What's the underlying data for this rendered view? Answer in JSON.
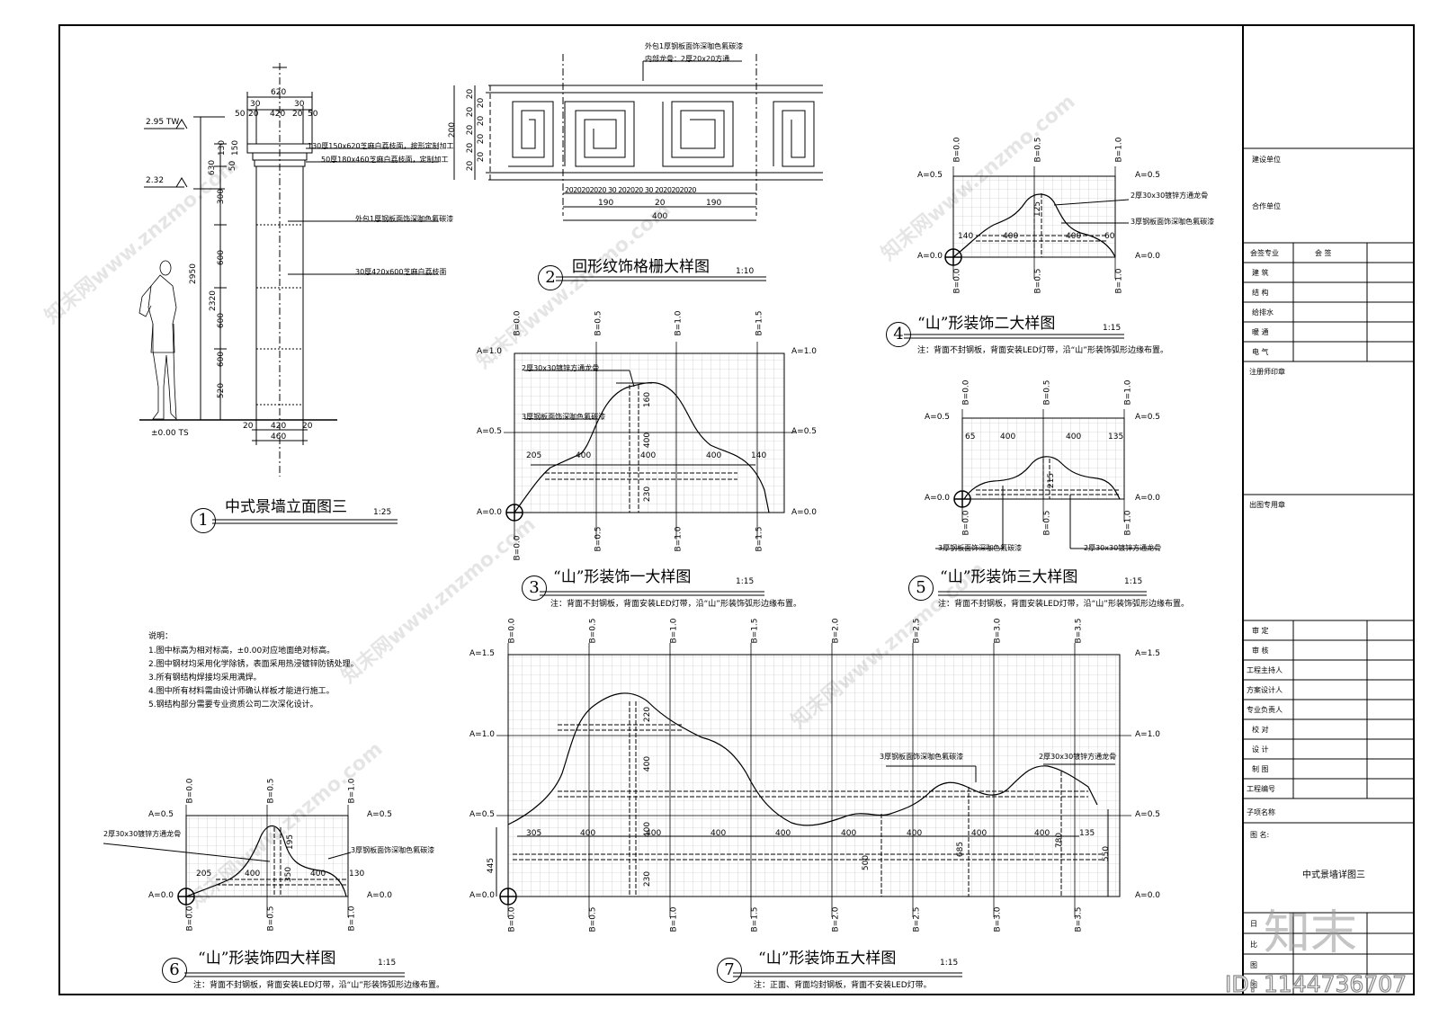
{
  "drawing": {
    "titles": [
      {
        "num": "1",
        "text": "中式景墙立面图三",
        "scale": "1:25"
      },
      {
        "num": "2",
        "text": "回形纹饰格栅大样图",
        "scale": "1:10"
      },
      {
        "num": "3",
        "text": "“山”形装饰一大样图",
        "scale": "1:15"
      },
      {
        "num": "4",
        "text": "“山”形装饰二大样图",
        "scale": "1:15"
      },
      {
        "num": "5",
        "text": "“山”形装饰三大样图",
        "scale": "1:15"
      },
      {
        "num": "6",
        "text": "“山”形装饰四大样图",
        "scale": "1:15"
      },
      {
        "num": "7",
        "text": "“山”形装饰五大样图",
        "scale": "1:15"
      }
    ],
    "notes": {
      "n3": "注：背面不封钢板，背面安装LED灯带，沿“山”形装饰弧形边缘布置。",
      "n4": "注：背面不封钢板，背面安装LED灯带，沿“山”形装饰弧形边缘布置。",
      "n5": "注：背面不封钢板，背面安装LED灯带，沿“山”形装饰弧形边缘布置。",
      "n6": "注：背面不封钢板，背面安装LED灯带，沿“山”形装饰弧形边缘布置。",
      "n7": "注：正面、背面均封钢板，背面不安装LED灯带。"
    },
    "explain_title": "说明：",
    "explain": [
      "1.图中标高为相对标高，±0.00对应地面绝对标高。",
      "2.图中钢材均采用化学除锈，表面采用热浸镀锌防锈处理。",
      "3.所有钢结构焊接均采用满焊。",
      "4.图中所有材料需由设计师确认样板才能进行施工。",
      "5.钢结构部分需要专业资质公司二次深化设计。"
    ],
    "elev": {
      "lv1": "2.95 TW",
      "lv2": "2.32",
      "lv0": "±0.00 TS",
      "top_dims": [
        "620",
        "30",
        "30",
        "50",
        "20",
        "420",
        "20",
        "50"
      ],
      "left_dims": [
        "630",
        "130",
        "150",
        "50",
        "300",
        "600",
        "600",
        "600",
        "520"
      ],
      "overall": [
        "2950",
        "2320"
      ],
      "bottom_dims": [
        "20",
        "420",
        "20",
        "460"
      ],
      "labels": [
        "130厚150x620芝麻白荔枝面，按形定制加工",
        "50厚180x460芝麻白荔枝面，定制加工",
        "外包1厚钢板面饰深咖色氟碳漆",
        "30厚420x600芝麻白荔枝面"
      ]
    },
    "grille": {
      "label1": "外包1厚钢板面饰深咖色氟碳漆",
      "label2": "内部龙骨：2厚20x20方通",
      "left_dims": [
        "20",
        "20",
        "20",
        "20",
        "20",
        "20",
        "20",
        "20",
        "20"
      ],
      "overall": "200",
      "bottom_small": [
        "20",
        "20",
        "20",
        "20",
        "20",
        "30",
        "20",
        "20",
        "20",
        "30",
        "20",
        "20",
        "20",
        "20",
        "20"
      ],
      "bottom_mid": [
        "190",
        "20",
        "190"
      ],
      "bottom_total": "400"
    },
    "d3": {
      "label1": "2厚30x30镀锌方通龙骨",
      "label2": "3厚钢板面饰深咖色氟碳漆",
      "dims": [
        "205",
        "400",
        "400",
        "400",
        "140",
        "160",
        "400",
        "230"
      ]
    },
    "d4": {
      "label1": "2厚30x30镀锌方通龙骨",
      "label2": "3厚钢板面饰深咖色氟碳漆",
      "dims": [
        "140",
        "400",
        "400",
        "60",
        "125"
      ]
    },
    "d5": {
      "label1": "3厚钢板面饰深咖色氟碳漆",
      "label2": "2厚30x30镀锌方通龙骨",
      "dims": [
        "65",
        "400",
        "400",
        "135",
        "215"
      ]
    },
    "d6": {
      "label1": "2厚30x30镀锌方通龙骨",
      "label2": "3厚钢板面饰深咖色氟碳漆",
      "dims": [
        "205",
        "400",
        "400",
        "130",
        "195",
        "350"
      ]
    },
    "d7": {
      "label1": "3厚钢板面饰深咖色氟碳漆",
      "label2": "2厚30x30镀锌方通龙骨",
      "dims": [
        "305",
        "400",
        "400",
        "400",
        "400",
        "400",
        "400",
        "400",
        "400",
        "135",
        "220",
        "400",
        "400",
        "230",
        "445",
        "500",
        "685",
        "780",
        "550"
      ]
    }
  },
  "axes": {
    "A00": "A=0.0",
    "A05": "A=0.5",
    "A10": "A=1.0",
    "A15": "A=1.5",
    "B00": "B=0.0",
    "B05": "B=0.5",
    "B10": "B=1.0",
    "B15": "B=1.5",
    "B20": "B=2.0",
    "B25": "B=2.5",
    "B30": "B=3.0",
    "B35": "B=3.5"
  },
  "titleblock": {
    "rows": [
      "建设单位",
      "合作单位",
      "会签专业",
      "会  签",
      "建    筑",
      "结    构",
      "给排水",
      "暖    通",
      "电    气",
      "注册师印章",
      "出图专用章",
      "审    定",
      "审    核",
      "工程主持人",
      "方案设计人",
      "专业负责人",
      "校    对",
      "设    计",
      "制    图",
      "工程编号",
      "子项名称",
      "图    名:",
      "中式景墙详图三",
      "日",
      "比",
      "图",
      "图"
    ],
    "id": "ID: 1144736707",
    "brand": "知末"
  },
  "watermark": "知末网www.znzmo.com"
}
